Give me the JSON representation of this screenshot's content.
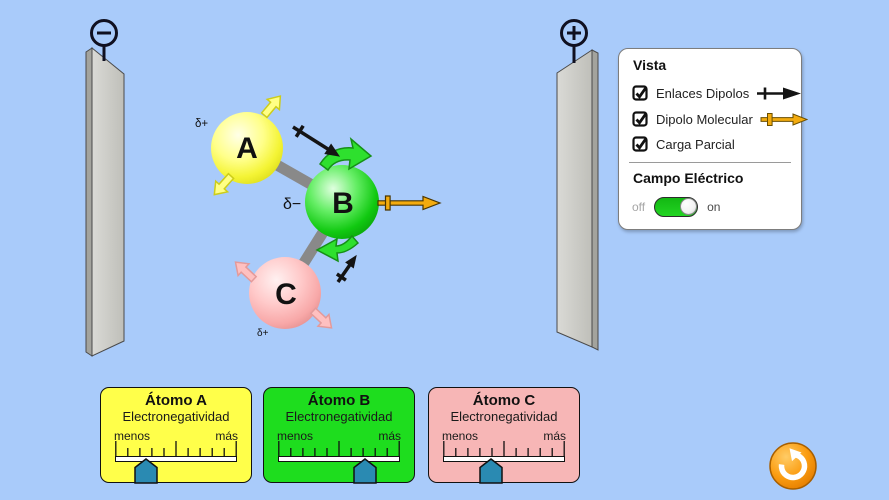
{
  "scene": {
    "plates": {
      "negative_symbol": "−",
      "positive_symbol": "+"
    },
    "molecule": {
      "atoms": [
        {
          "label": "A",
          "partial_charge": "δ+"
        },
        {
          "label": "B",
          "partial_charge": "δ−"
        },
        {
          "label": "C",
          "partial_charge": "δ+"
        }
      ],
      "bond_dipole_icon": "black-cross-tail-arrow",
      "molecular_dipole_icon": "yellow-cross-tail-arrow"
    }
  },
  "vista_panel": {
    "title": "Vista",
    "checkboxes": [
      {
        "label": "Enlaces Dipolos",
        "checked": true,
        "icon": "bond-dipole-arrow-icon"
      },
      {
        "label": "Dipolo Molecular",
        "checked": true,
        "icon": "molecular-dipole-arrow-icon"
      },
      {
        "label": "Carga Parcial",
        "checked": true
      }
    ],
    "field_section": {
      "title": "Campo Eléctrico",
      "off_label": "off",
      "on_label": "on",
      "state": "on"
    }
  },
  "atom_panels": [
    {
      "title": "Átomo A",
      "subtitle": "Electronegatividad",
      "min_label": "menos",
      "max_label": "más",
      "value_pct": 25
    },
    {
      "title": "Átomo B",
      "subtitle": "Electronegatividad",
      "min_label": "menos",
      "max_label": "más",
      "value_pct": 71
    },
    {
      "title": "Átomo C",
      "subtitle": "Electronegatividad",
      "min_label": "menos",
      "max_label": "más",
      "value_pct": 39
    }
  ],
  "reset_button": {
    "icon": "reset-arrow-icon"
  },
  "colors": {
    "background": "#a9cbfa",
    "plate_gray": "#ccccc6",
    "atom_a_yellow": "#f4f435",
    "atom_b_green": "#11c911",
    "atom_c_pink": "#f8a8a8",
    "panel_a": "#ffff4a",
    "panel_b": "#1edd1e",
    "panel_c": "#f7b6b6",
    "slider_thumb": "#2a8ab2",
    "toggle_on": "#1dc41d",
    "molecular_dipole": "#f3ab0e",
    "reset_orange": "#f59000"
  }
}
